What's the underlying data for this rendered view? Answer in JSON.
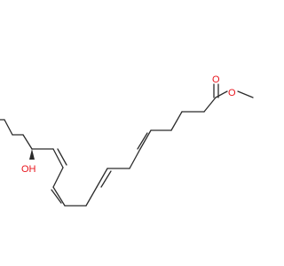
{
  "molecule": {
    "atoms": {
      "carbonyl_oxygen": "O",
      "ester_oxygen": "O",
      "hydroxyl_label": "OH"
    },
    "colors": {
      "bond": "#2b2b2b",
      "oxygen": "#e8141c"
    }
  }
}
